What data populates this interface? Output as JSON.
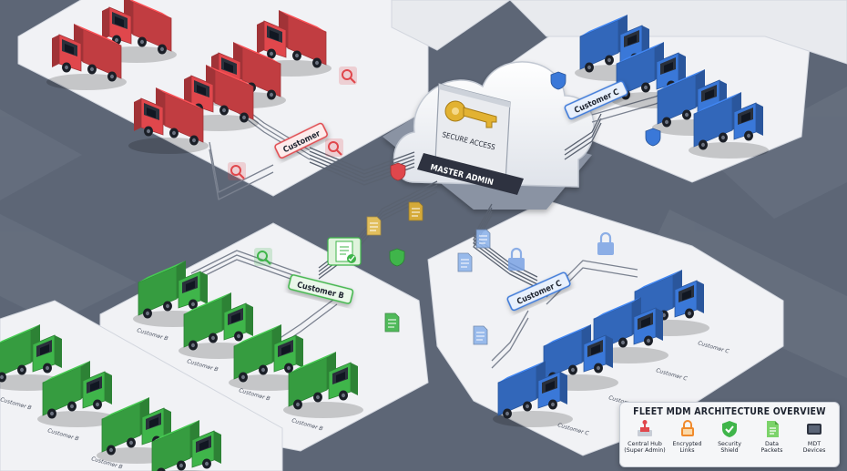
{
  "hub": {
    "master_label": "MASTER ADMIN",
    "secure_label": "SECURE ACCESS"
  },
  "nodes": {
    "red": "Customer",
    "green": "Customer B",
    "blue_top": "Customer C",
    "blue_bottom": "Customer C"
  },
  "truck_labels": {
    "green": [
      "Customer B",
      "Customer B",
      "Customer B",
      "Customer B",
      "Customer B",
      "Customer B",
      "Customer B"
    ],
    "blue": [
      "Customer C",
      "Customer C",
      "Customer C",
      "Customer C"
    ]
  },
  "legend": {
    "title": "FLEET MDM ARCHITECTURE OVERVIEW",
    "items": [
      {
        "label": "Central Hub\n(Super Admin)",
        "icon": "central-hub-icon"
      },
      {
        "label": "Encrypted\nLinks",
        "icon": "encrypted-links-icon"
      },
      {
        "label": "Security\nShield",
        "icon": "security-shield-icon"
      },
      {
        "label": "Data\nPackets",
        "icon": "data-packet-icon"
      },
      {
        "label": "MDT\nDevices",
        "icon": "mdt-device-icon"
      }
    ]
  },
  "colors": {
    "red": "#e0474c",
    "green": "#3fb54a",
    "blue": "#3a78d8",
    "road": "#5d6676",
    "platform": "#f1f2f5",
    "accent_gold": "#e2b233"
  }
}
